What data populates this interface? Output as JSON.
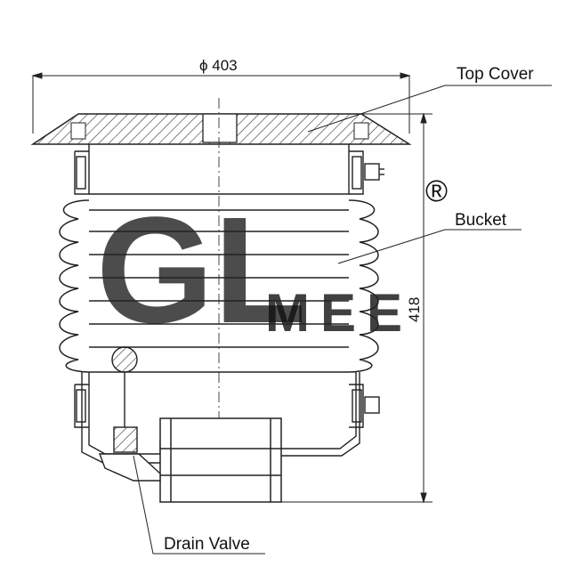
{
  "labels": {
    "top_cover": "Top Cover",
    "bucket": "Bucket",
    "drain_valve": "Drain Valve"
  },
  "dimensions": {
    "diameter": "ϕ 403",
    "height": "418"
  },
  "watermark": {
    "letters": "GL",
    "sub_letters": "MEE",
    "registered": "®",
    "color": "#f2b8b8",
    "sub_color": "#cfcfcf"
  },
  "colors": {
    "line": "#222222",
    "hatch": "#333333"
  }
}
